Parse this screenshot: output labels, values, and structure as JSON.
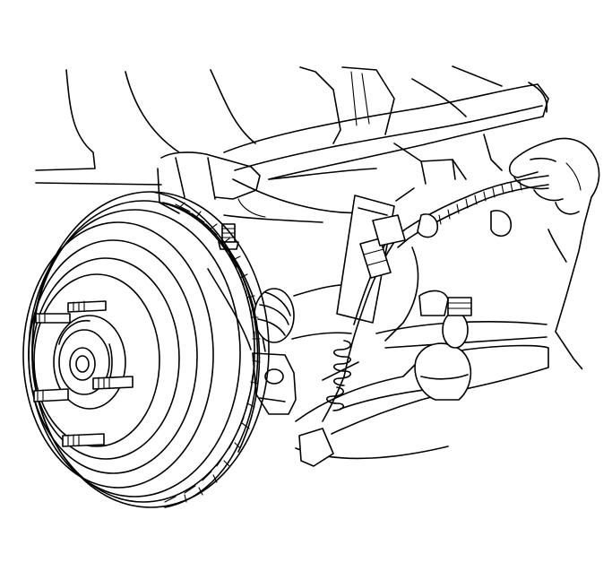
{
  "figure": {
    "subject": "front-suspension-wheel-speed-sensor-harness-removal",
    "colors": {
      "line": "#000000",
      "background": "#ffffff"
    },
    "parts": [
      "brake-rotor",
      "wheel-hub",
      "wheel-studs",
      "steering-knuckle",
      "upper-ball-joint",
      "lower-control-arm",
      "tie-rod-end",
      "drive-axle-boot",
      "frame-rail",
      "wheel-speed-sensor-harness",
      "harness-connector",
      "harness-grommet",
      "technician-hand"
    ]
  }
}
